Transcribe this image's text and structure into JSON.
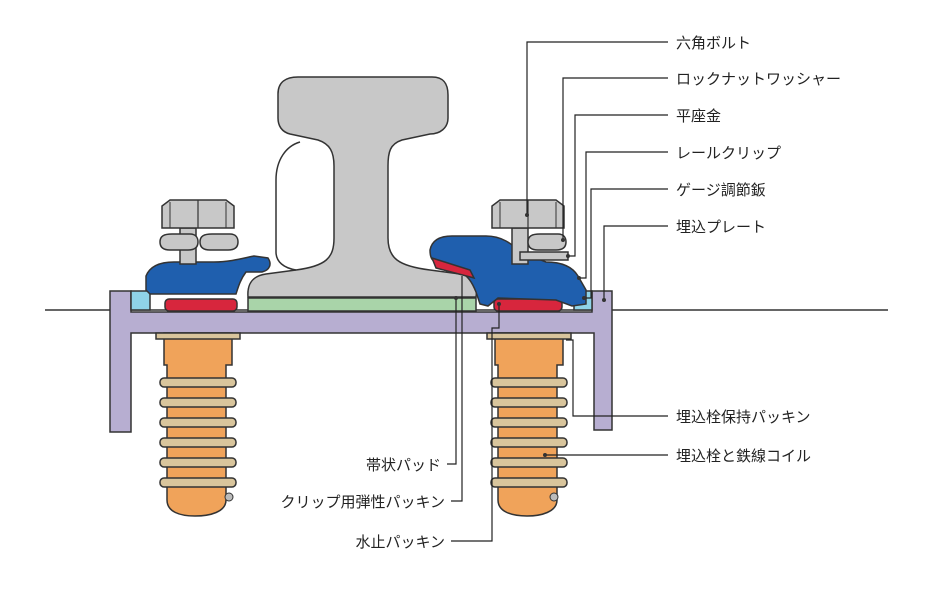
{
  "labels": {
    "hex_bolt": "六角ボルト",
    "lock_nut_washer": "ロックナットワッシャー",
    "flat_washer": "平座金",
    "rail_clip": "レールクリップ",
    "gauge_plate": "ゲージ調節鈑",
    "embedded_plate": "埋込プレート",
    "anchor_packing": "埋込栓保持パッキン",
    "anchor_coil": "埋込栓と鉄線コイル",
    "strip_pad": "帯状パッド",
    "clip_elastic_packing": "クリップ用弾性パッキン",
    "waterproof_packing": "水止パッキン"
  },
  "colors": {
    "rail": "#c8c8c8",
    "clip": "#1f5fae",
    "gauge_plate": "#8fd3e8",
    "embedded_plate": "#b7aed1",
    "red_packing": "#d7263d",
    "strip_pad": "#a9d4a9",
    "anchor": "#f0a35a",
    "coil": "#d9c59c",
    "bolt": "#c8c8c8",
    "outline": "#333333"
  }
}
